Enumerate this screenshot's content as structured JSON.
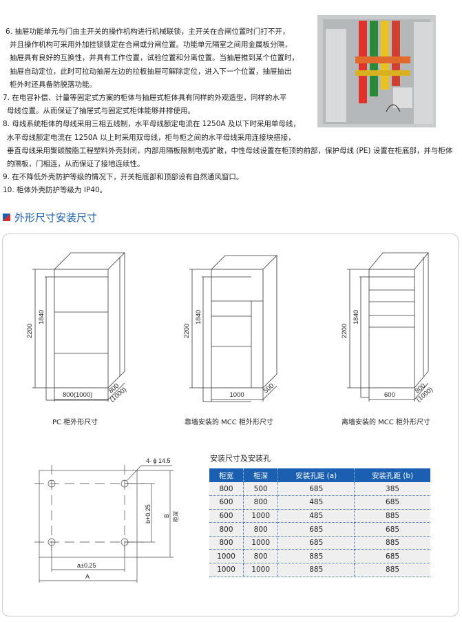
{
  "paragraphs": [
    [
      "6. 抽屉功能单元与门由主开关的操作机构进行机械联锁，主开关在合闸位置时门打不开，",
      "并且操作机构可采用外加挂锁锁定在合闸或分闸位置。功能单元隔室之间用金属板分隔，",
      "抽屉具有良好的互换性，并具有工作位置，试验位置和分离位置。当抽屉推到某个位置时，",
      "抽屉自动定位，此时可拉动抽屉左边的拉板抽屉可解除定位，进入下一个位置，抽屉抽出",
      "柜外时还具备防脱落功能。"
    ],
    [
      "7. 在电容补偿、计量等固定式方案的柜体与抽屉式柜体具有同样的外观造型，同样的水平",
      "母线位置。从而保证了抽屉式与固定式柜体能够并排使用。"
    ],
    [
      "8. 母线系统柜体的母线采用三相五线制，水平母线额定电流在 1250A 及以下时采用单母线，",
      "水平母线额定电流在 1250A 以上时采用双母线，柜与柜之间的水平母线采用连接块搭接，",
      "垂直母线采用聚碳酸脂工程塑料外壳封闭，内部用隔板限制电弧扩散，中性母线设置在柜顶的前部，保护母线 (PE) 设置在柜底部，并与柜体",
      "的隔板，门相连，从而保证了接地连续性。"
    ],
    [
      "9. 在不降低外壳防护等级的情况下，开关柜底部和顶部设有自然通风窗口。"
    ],
    [
      "10. 柜体外壳防护等级为 IP40。"
    ]
  ],
  "section_title": "外形尺寸安装尺寸",
  "cabinets": [
    {
      "height": "2200",
      "inner": "1840",
      "width": "800(1000)",
      "depth1": "800",
      "depth2": "(1000)",
      "caption": "PC 柜外形尺寸"
    },
    {
      "height": "2200",
      "inner": "1840",
      "width": "1000",
      "depth1": "500",
      "depth2": "",
      "caption": "靠墙安装的 MCC 柜外形尺寸"
    },
    {
      "height": "2200",
      "inner": "1840",
      "width": "600",
      "depth1": "800",
      "depth2": "(1000)",
      "caption": "离墙安装的 MCC 柜外形尺寸"
    }
  ],
  "plan": {
    "holes": "4- ϕ 14.5",
    "b_dim": "b+0.25",
    "B": "B",
    "depth_label": "柜深",
    "a_dim": "a±0.25",
    "A": "A"
  },
  "table": {
    "title": "安装尺寸及安装孔",
    "headers": [
      "柜宽",
      "柜深",
      "安装孔距 (a)",
      "安装孔距 (b)"
    ],
    "rows": [
      [
        "800",
        "500",
        "685",
        "385"
      ],
      [
        "600",
        "800",
        "485",
        "685"
      ],
      [
        "600",
        "1000",
        "485",
        "885"
      ],
      [
        "800",
        "800",
        "685",
        "685"
      ],
      [
        "800",
        "1000",
        "685",
        "885"
      ],
      [
        "1000",
        "800",
        "885",
        "685"
      ],
      [
        "1000",
        "1000",
        "885",
        "885"
      ]
    ]
  },
  "colors": {
    "accent": "#1b5fb3",
    "icon_red": "#d42a2a"
  }
}
